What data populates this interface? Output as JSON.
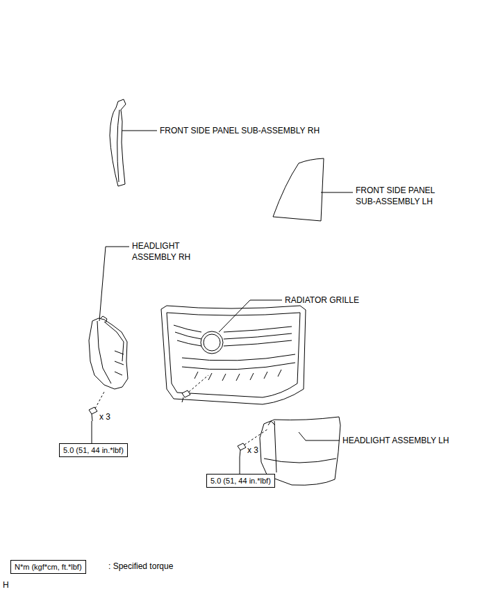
{
  "diagram": {
    "nodes": [
      {
        "text": [
          "5.0 (51, 44 in.*lbf)"
        ]
      },
      {
        "text": [
          "5.0 (51, 44 in.*lbf)"
        ]
      },
      {
        "text": [
          "N*m (kgf*cm, ft.*lbf)"
        ]
      }
    ],
    "labels": [
      "FRONT SIDE PANEL SUB-ASSEMBLY RH",
      "FRONT SIDE PANEL SUB-ASSEMBLY LH",
      "HEADLIGHT ASSEMBLY RH",
      "RADIATOR GRILLE",
      "HEADLIGHT ASSEMBLY LH",
      "x 3",
      "x 3",
      ": Specified torque",
      "H"
    ]
  }
}
